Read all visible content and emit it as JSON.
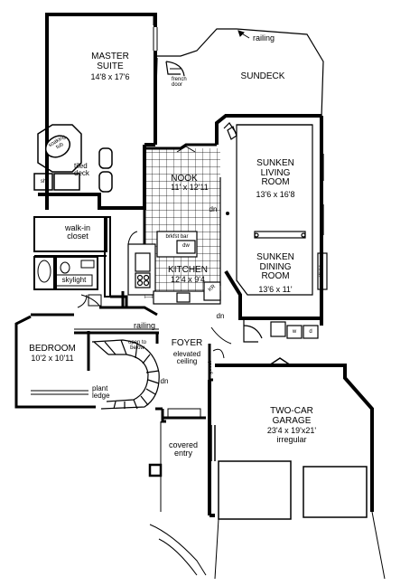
{
  "rooms": {
    "master_suite": {
      "name": "MASTER\nSUITE",
      "dims": "14'8 x 17'6"
    },
    "sundeck": {
      "name": "SUNDECK"
    },
    "railing_top": "railing",
    "french_door": "french\ndoor",
    "soaking_tub": "soaking\ntub",
    "tiled_deck": "tiled\ndeck",
    "shower": "sh",
    "nook": {
      "name": "NOOK",
      "dims": "11' x 12'11"
    },
    "sunken_living": {
      "name": "SUNKEN\nLIVING\nROOM",
      "dims": "13'6 x 16'8"
    },
    "sunken_dining": {
      "name": "SUNKEN\nDINING\nROOM",
      "dims": "13'6 x 11'"
    },
    "china": "china",
    "walk_in_closet": "walk-in\ncloset",
    "skylight": "skylight",
    "brkfst_bar": "brkfst bar",
    "dw": "dw",
    "kitchen": {
      "name": "KITCHEN",
      "dims": "12'4 x 9'4"
    },
    "kitchen_corner": "KR",
    "down_labels": [
      "dn",
      "dn",
      "dn"
    ],
    "railing_mid": "railing",
    "bedroom": {
      "name": "BEDROOM",
      "dims": "10'2 x 10'11"
    },
    "open_to_below": "open to\nbelow",
    "foyer": {
      "name": "FOYER"
    },
    "elevated_ceiling": "elevated\nceiling",
    "guest": "guest",
    "plant_ledge": "plant\nledge",
    "washer": "w",
    "dryer": "d",
    "garage": {
      "name": "TWO-CAR\nGARAGE",
      "dims": "23'4 x 19'x21'",
      "note": "irregular"
    },
    "covered_entry": "covered\nentry"
  }
}
